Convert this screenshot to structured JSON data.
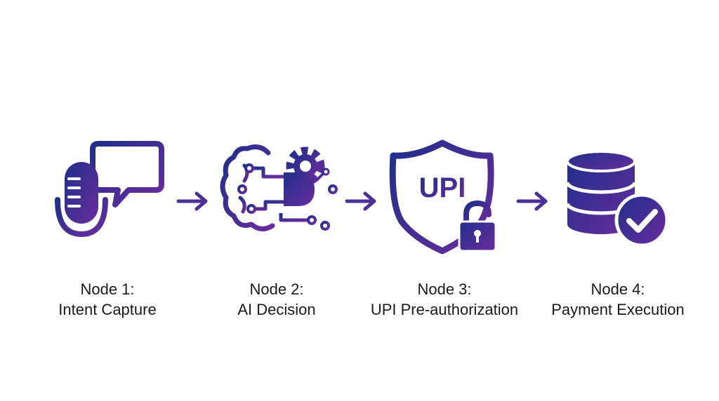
{
  "colors": {
    "icon_gradient_start": "#1f2f8a",
    "icon_gradient_end": "#6a2c9e",
    "arrow": "#4a2f96",
    "label_text": "#1a1a1a",
    "background": "#ffffff"
  },
  "nodes": [
    {
      "icon": "microphone-chat-icon",
      "line1": "Node 1:",
      "line2": "Intent Capture"
    },
    {
      "icon": "brain-circuit-gear-icon",
      "line1": "Node 2:",
      "line2": "AI Decision"
    },
    {
      "icon": "upi-shield-lock-icon",
      "line1": "Node 3:",
      "line2": "UPI Pre-authorization",
      "badge": "UPI"
    },
    {
      "icon": "database-check-icon",
      "line1": "Node 4:",
      "line2": "Payment Execution"
    }
  ],
  "arrows": [
    {
      "from": "Node 1",
      "to": "Node 2"
    },
    {
      "from": "Node 2",
      "to": "Node 3"
    },
    {
      "from": "Node 3",
      "to": "Node 4"
    }
  ]
}
